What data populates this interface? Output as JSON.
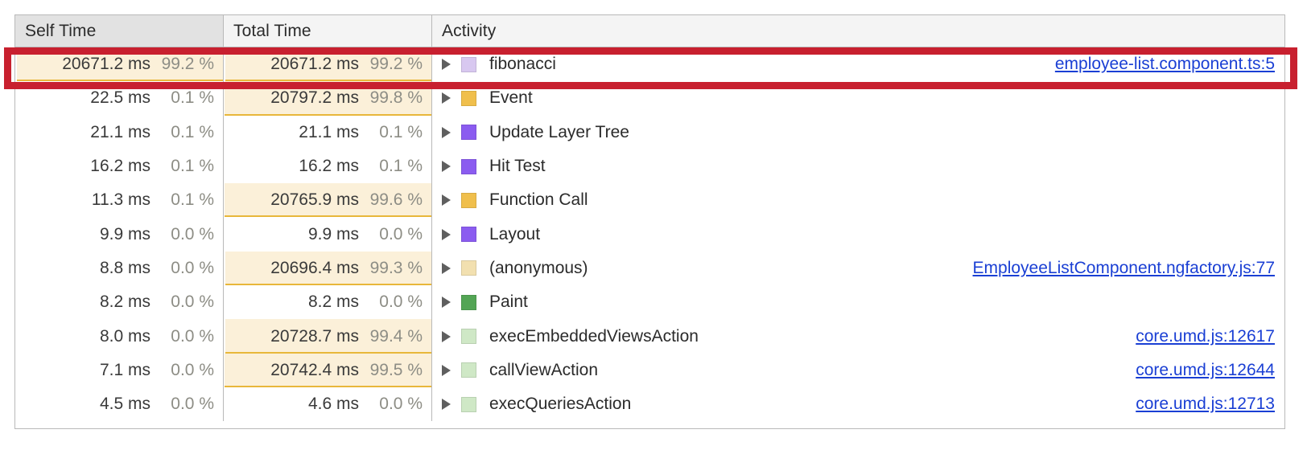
{
  "panel": {
    "name": "bottom-up-profiler-table",
    "columns": [
      {
        "key": "self_time",
        "label": "Self Time",
        "sorted": true
      },
      {
        "key": "total_time",
        "label": "Total Time",
        "sorted": false
      },
      {
        "key": "activity",
        "label": "Activity",
        "sorted": false
      }
    ]
  },
  "annotation": {
    "type": "red-rectangle-highlight",
    "target_row_index": 0,
    "color": "#c8202f"
  },
  "colors": {
    "bar_fill": "#fbf0d9",
    "bar_underline": "#e8b73a",
    "link": "#1a3fd4",
    "header_sorted": "#e2e2e2",
    "header": "#f4f4f4",
    "pct_text": "#8d8d85",
    "ms_text": "#3a3a3a"
  },
  "rows": [
    {
      "self_ms": "20671.2 ms",
      "self_pct": "99.2 %",
      "self_pct_value": 99.2,
      "total_ms": "20671.2 ms",
      "total_pct": "99.2 %",
      "total_pct_value": 99.2,
      "activity": "fibonacci",
      "swatch_color": "#d8c8f0",
      "source": "employee-list.component.ts:5",
      "highlighted": true
    },
    {
      "self_ms": "22.5 ms",
      "self_pct": "0.1 %",
      "self_pct_value": 0.1,
      "total_ms": "20797.2 ms",
      "total_pct": "99.8 %",
      "total_pct_value": 99.8,
      "activity": "Event",
      "swatch_color": "#f0bf4c",
      "source": "",
      "highlighted": false
    },
    {
      "self_ms": "21.1 ms",
      "self_pct": "0.1 %",
      "self_pct_value": 0.1,
      "total_ms": "21.1 ms",
      "total_pct": "0.1 %",
      "total_pct_value": 0.1,
      "activity": "Update Layer Tree",
      "swatch_color": "#8b5cf0",
      "source": "",
      "highlighted": false
    },
    {
      "self_ms": "16.2 ms",
      "self_pct": "0.1 %",
      "self_pct_value": 0.1,
      "total_ms": "16.2 ms",
      "total_pct": "0.1 %",
      "total_pct_value": 0.1,
      "activity": "Hit Test",
      "swatch_color": "#8b5cf0",
      "source": "",
      "highlighted": false
    },
    {
      "self_ms": "11.3 ms",
      "self_pct": "0.1 %",
      "self_pct_value": 0.1,
      "total_ms": "20765.9 ms",
      "total_pct": "99.6 %",
      "total_pct_value": 99.6,
      "activity": "Function Call",
      "swatch_color": "#f0bf4c",
      "source": "",
      "highlighted": false
    },
    {
      "self_ms": "9.9 ms",
      "self_pct": "0.0 %",
      "self_pct_value": 0.0,
      "total_ms": "9.9 ms",
      "total_pct": "0.0 %",
      "total_pct_value": 0.0,
      "activity": "Layout",
      "swatch_color": "#8b5cf0",
      "source": "",
      "highlighted": false
    },
    {
      "self_ms": "8.8 ms",
      "self_pct": "0.0 %",
      "self_pct_value": 0.0,
      "total_ms": "20696.4 ms",
      "total_pct": "99.3 %",
      "total_pct_value": 99.3,
      "activity": "(anonymous)",
      "swatch_color": "#f2e0b0",
      "source": "EmployeeListComponent.ngfactory.js:77",
      "highlighted": false
    },
    {
      "self_ms": "8.2 ms",
      "self_pct": "0.0 %",
      "self_pct_value": 0.0,
      "total_ms": "8.2 ms",
      "total_pct": "0.0 %",
      "total_pct_value": 0.0,
      "activity": "Paint",
      "swatch_color": "#53a555",
      "source": "",
      "highlighted": false
    },
    {
      "self_ms": "8.0 ms",
      "self_pct": "0.0 %",
      "self_pct_value": 0.0,
      "total_ms": "20728.7 ms",
      "total_pct": "99.4 %",
      "total_pct_value": 99.4,
      "activity": "execEmbeddedViewsAction",
      "swatch_color": "#cfe8c6",
      "source": "core.umd.js:12617",
      "highlighted": false
    },
    {
      "self_ms": "7.1 ms",
      "self_pct": "0.0 %",
      "self_pct_value": 0.0,
      "total_ms": "20742.4 ms",
      "total_pct": "99.5 %",
      "total_pct_value": 99.5,
      "activity": "callViewAction",
      "swatch_color": "#cfe8c6",
      "source": "core.umd.js:12644",
      "highlighted": false
    },
    {
      "self_ms": "4.5 ms",
      "self_pct": "0.0 %",
      "self_pct_value": 0.0,
      "total_ms": "4.6 ms",
      "total_pct": "0.0 %",
      "total_pct_value": 0.0,
      "activity": "execQueriesAction",
      "swatch_color": "#cfe8c6",
      "source": "core.umd.js:12713",
      "highlighted": false
    }
  ]
}
